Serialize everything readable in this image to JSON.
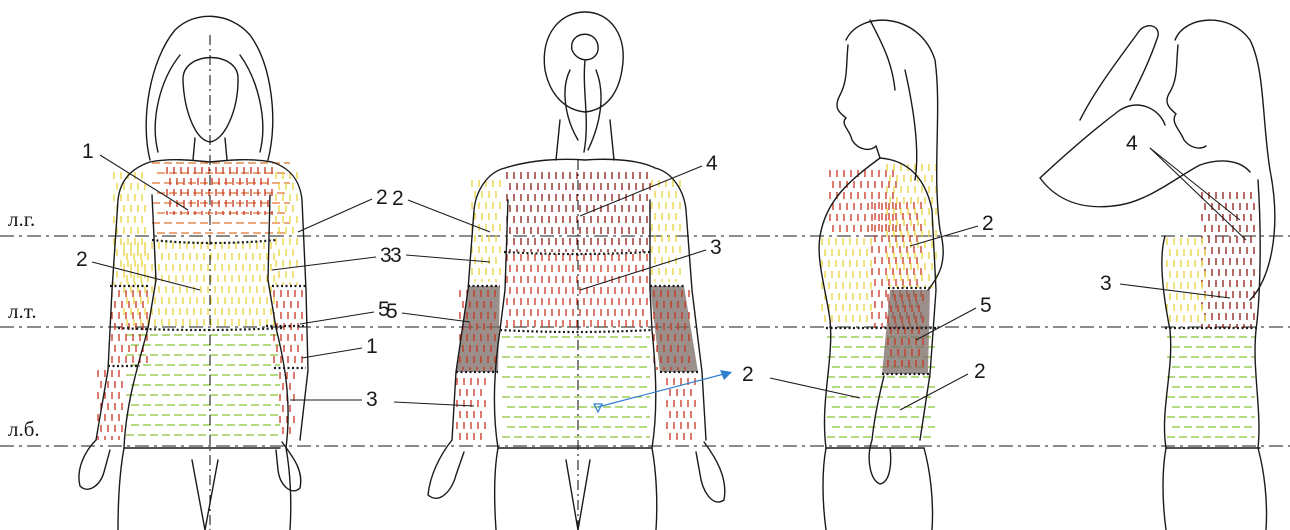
{
  "level_labels": {
    "chest": "л.г.",
    "waist": "л.т.",
    "hip": "л.б."
  },
  "zone_colors": {
    "zone1": "#e07a3a",
    "zone2": "#e8d23a",
    "zone3": "#c8341e",
    "zone4": "#8e1a14",
    "zone5": "#7a6a66",
    "zone_lower": "#8cc63c",
    "arrow": "#2f7ed0"
  },
  "callouts": {
    "front": [
      "1",
      "2",
      "2",
      "3",
      "5",
      "1",
      "3"
    ],
    "back": [
      "4",
      "2",
      "3",
      "3",
      "5",
      "2"
    ],
    "side": [
      "2",
      "5",
      "2"
    ],
    "raised": [
      "4",
      "3"
    ]
  }
}
